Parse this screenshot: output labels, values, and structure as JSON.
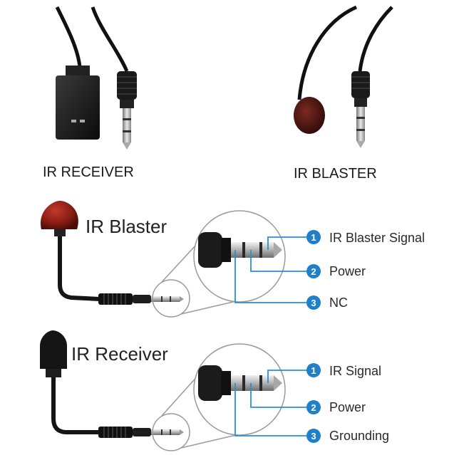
{
  "photos": {
    "receiver_caption": "IR RECEIVER",
    "blaster_caption": "IR BLASTER"
  },
  "blaster_diagram": {
    "title": "IR Blaster",
    "pins": [
      {
        "number": "1",
        "label": "IR Blaster Signal"
      },
      {
        "number": "2",
        "label": "Power"
      },
      {
        "number": "3",
        "label": "NC"
      }
    ]
  },
  "receiver_diagram": {
    "title": "IR Receiver",
    "pins": [
      {
        "number": "1",
        "label": "IR Signal"
      },
      {
        "number": "2",
        "label": "Power"
      },
      {
        "number": "3",
        "label": "Grounding"
      }
    ]
  },
  "colors": {
    "badge": "#1f7fc8",
    "leader_line": "#2a8fd6",
    "blaster_head": "#8b1e14",
    "cable": "#151515",
    "magnifier_ring": "#9a9a9a"
  }
}
